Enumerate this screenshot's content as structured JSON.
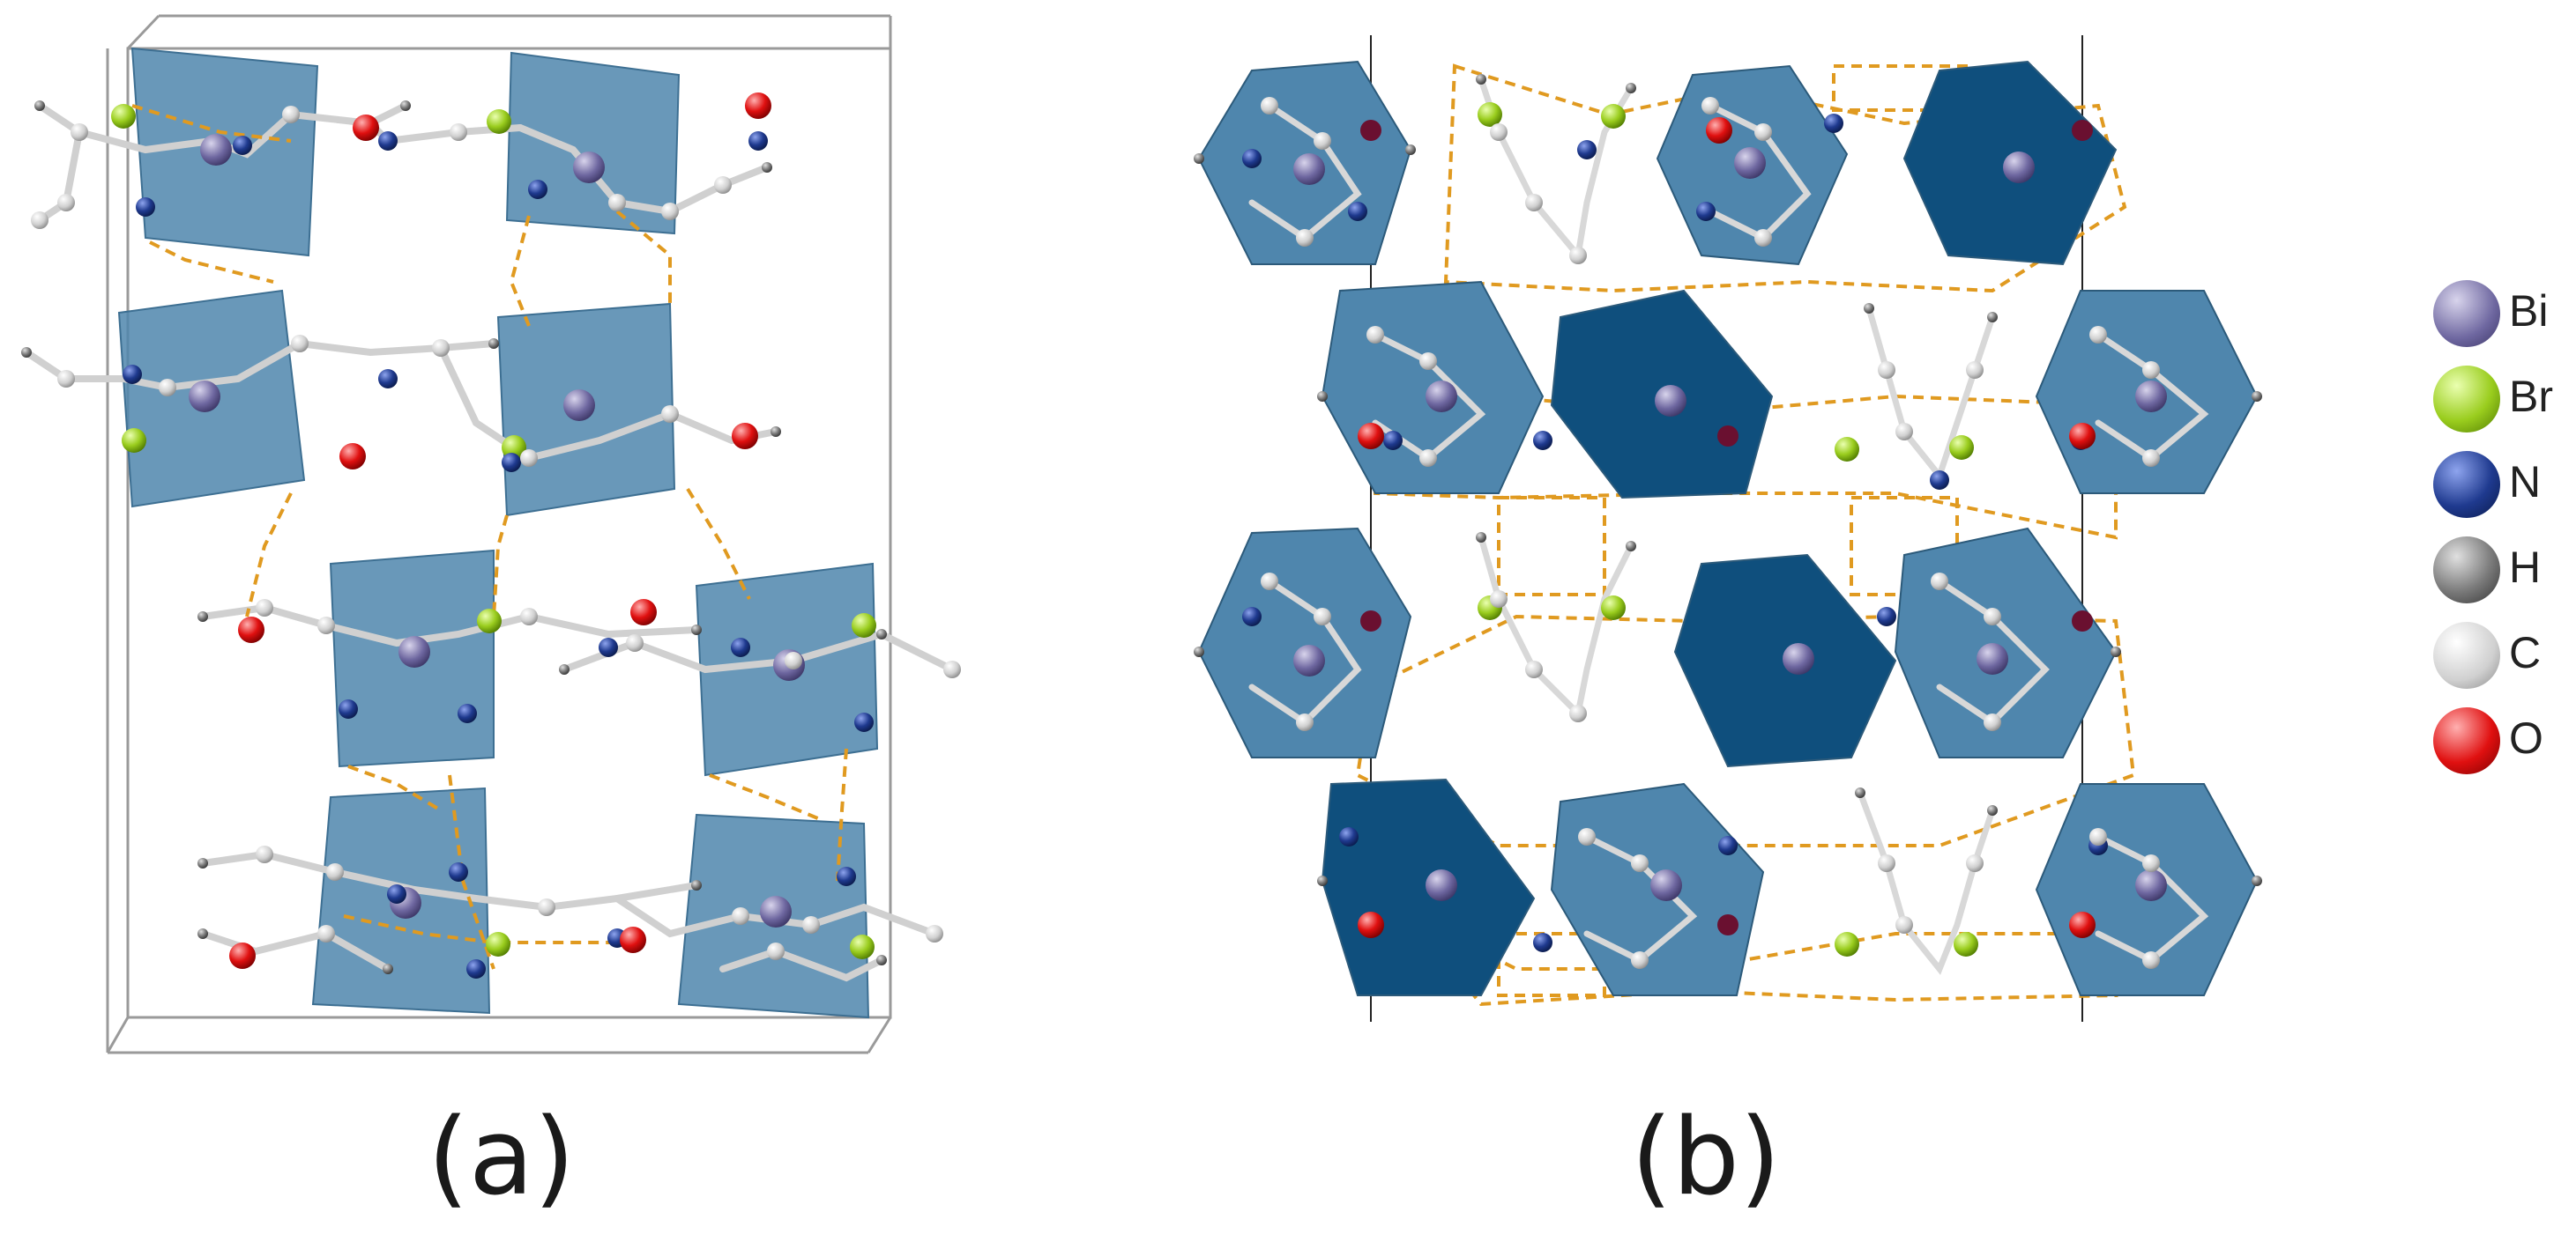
{
  "panels": [
    {
      "id": "a",
      "label": "(a)"
    },
    {
      "id": "b",
      "label": "(b)"
    }
  ],
  "legend": {
    "items": [
      {
        "symbol": "Bi",
        "color": "#8e86b0"
      },
      {
        "symbol": "Br",
        "color": "#9acd1e"
      },
      {
        "symbol": "N",
        "color": "#1f3a8f"
      },
      {
        "symbol": "H",
        "color": "#808080"
      },
      {
        "symbol": "C",
        "color": "#d8d8d8"
      },
      {
        "symbol": "O",
        "color": "#e01010"
      }
    ]
  },
  "colors": {
    "octahedron_light": "#4f86ad",
    "octahedron_dark": "#0f4f7d",
    "hydrogen_bond": "#e09a20",
    "bond_stick": "#d8d8d8",
    "cell_edge": "#9a9a9a"
  }
}
